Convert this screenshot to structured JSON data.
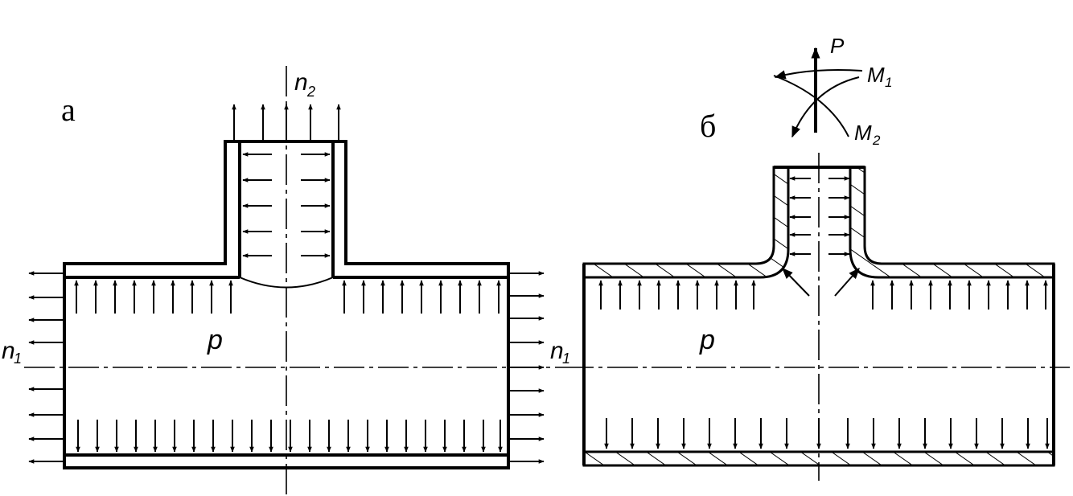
{
  "labels": {
    "panel_a": "а",
    "panel_b": "б",
    "n1_left": "n",
    "n1_left_sub": "1",
    "n1_mid": "n",
    "n1_mid_sub": "1",
    "n2": "n",
    "n2_sub": "2",
    "p_a": "p",
    "p_b": "p",
    "P": "P",
    "M1": "M",
    "M1_sub": "1",
    "M2": "M",
    "M2_sub": "2"
  },
  "colors": {
    "ink": "#000000",
    "paper": "#ffffff"
  }
}
